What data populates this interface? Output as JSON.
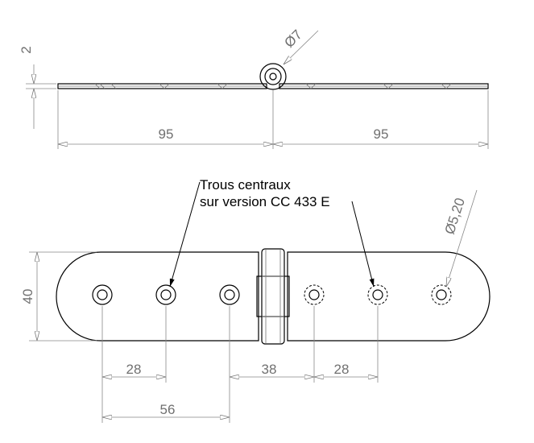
{
  "side_view": {
    "thickness": "2",
    "pin_diameter": "Ø7",
    "leaf_width_left": "95",
    "leaf_width_right": "95"
  },
  "top_view": {
    "height": "40",
    "note_line1": "Trous centraux",
    "note_line2": "sur version CC 433 E",
    "hole_diameter": "Ø5,20",
    "spacing_28_left": "28",
    "spacing_38": "38",
    "spacing_28_right": "28",
    "spacing_56": "56"
  }
}
